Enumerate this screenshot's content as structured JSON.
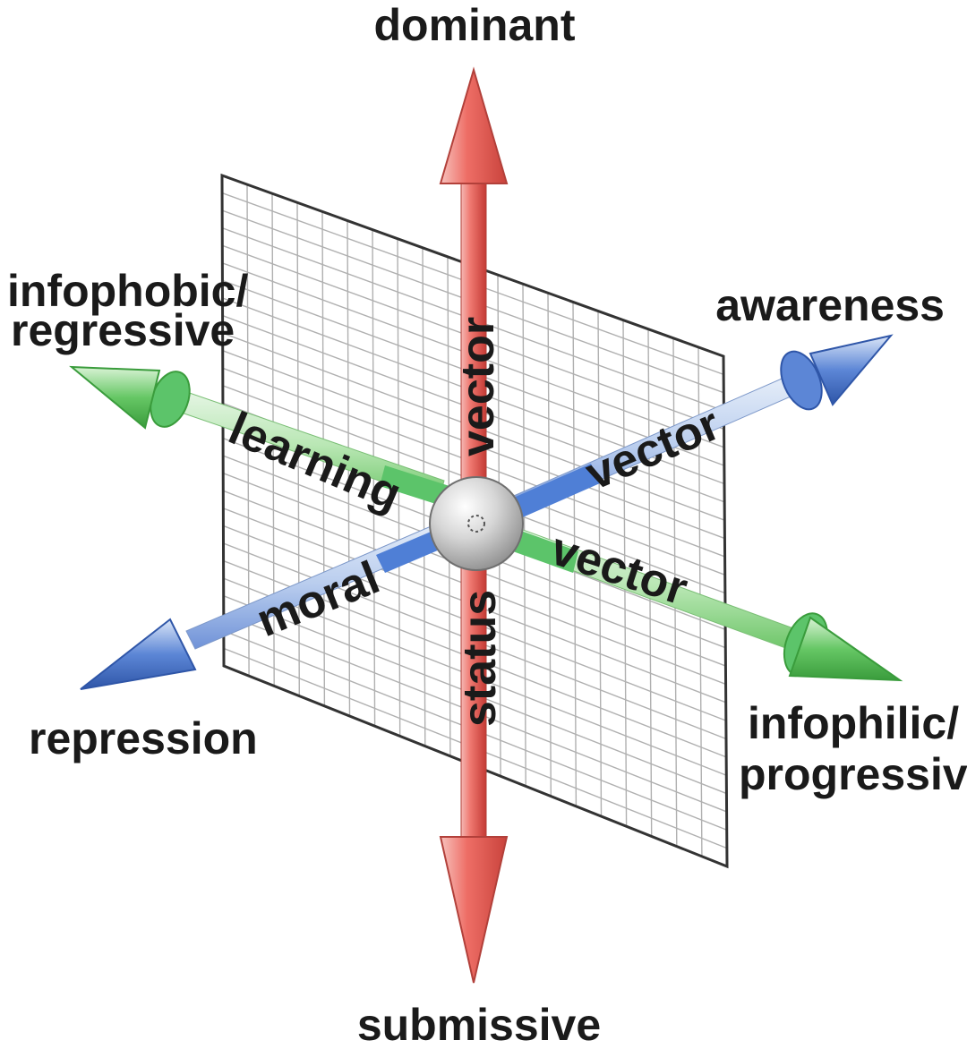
{
  "labels": {
    "top": "dominant",
    "bottom": "submissive",
    "upper_left_line1": "infophobic/",
    "upper_left_line2": "regressive",
    "upper_right": "awareness",
    "lower_left": "repression",
    "lower_right_line1": "infophilic/",
    "lower_right_line2": "progressive"
  },
  "vector_labels": {
    "vertical_upper": "vector",
    "vertical_lower": "status",
    "green_left": "learning",
    "green_right": "vector",
    "blue_left": "moral",
    "blue_right": "vector"
  },
  "colors": {
    "status_axis": "#e0504a",
    "learning_axis": "#5cc46a",
    "moral_axis": "#4f7fd6",
    "grid_line": "#b0b0b0",
    "grid_border": "#333333",
    "center_sphere": "#c9c9c9"
  }
}
